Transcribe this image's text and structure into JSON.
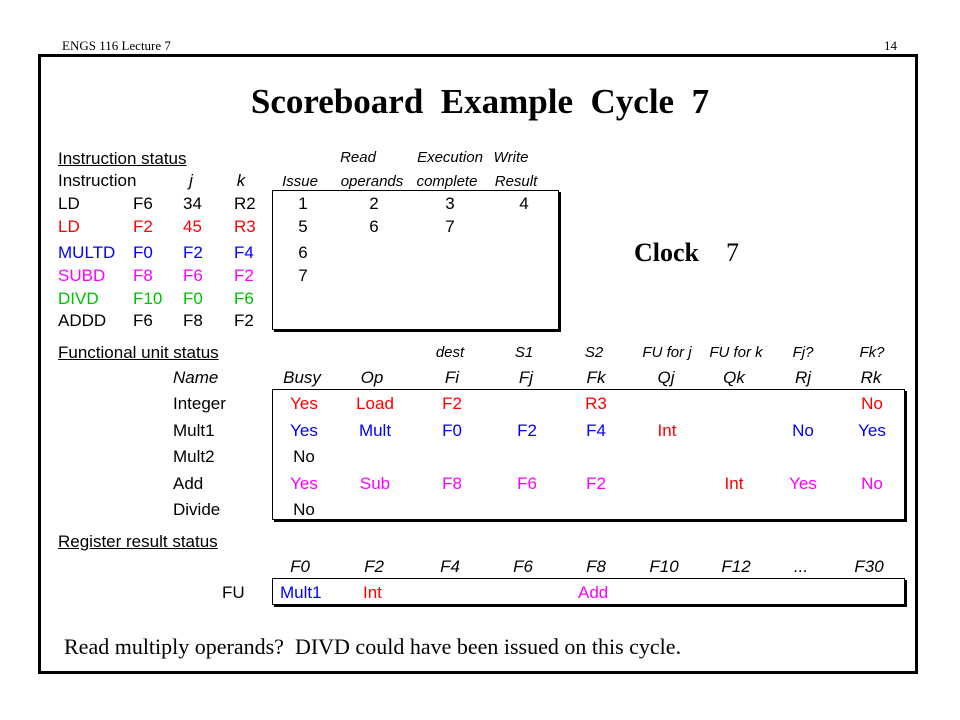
{
  "header": {
    "left": "ENGS 116  Lecture 7",
    "page": "14"
  },
  "title": "Scoreboard  Example  Cycle  7",
  "clock": {
    "label": "Clock",
    "value": "7"
  },
  "instruction_status": {
    "heading": "Instruction status",
    "col_top": {
      "read": "Read",
      "exec": "Execution",
      "write": "Write"
    },
    "col_bottom": {
      "instruction": "Instruction",
      "j": "j",
      "k": "k",
      "issue": "Issue",
      "read": "operands",
      "exec": "complete",
      "write": "Result"
    },
    "rows": [
      {
        "op": "LD",
        "dest": "F6",
        "j": "34",
        "k": "R2",
        "issue": "1",
        "read": "2",
        "exec": "3",
        "write": "4",
        "color": "black"
      },
      {
        "op": "LD",
        "dest": "F2",
        "j": "45",
        "k": "R3",
        "issue": "5",
        "read": "6",
        "exec": "7",
        "write": "",
        "color": "red"
      },
      {
        "op": "MULTD",
        "dest": "F0",
        "j": "F2",
        "k": "F4",
        "issue": "6",
        "read": "",
        "exec": "",
        "write": "",
        "color": "blue"
      },
      {
        "op": "SUBD",
        "dest": "F8",
        "j": "F6",
        "k": "F2",
        "issue": "7",
        "read": "",
        "exec": "",
        "write": "",
        "color": "magenta"
      },
      {
        "op": "DIVD",
        "dest": "F10",
        "j": "F0",
        "k": "F6",
        "issue": "",
        "read": "",
        "exec": "",
        "write": "",
        "color": "green"
      },
      {
        "op": "ADDD",
        "dest": "F6",
        "j": "F8",
        "k": "F2",
        "issue": "",
        "read": "",
        "exec": "",
        "write": "",
        "color": "black"
      }
    ]
  },
  "functional_unit_status": {
    "heading": "Functional unit status",
    "col_top": {
      "fi": "dest",
      "fj": "S1",
      "fk": "S2",
      "qj": "FU for j",
      "qk": "FU for k",
      "rj": "Fj?",
      "rk": "Fk?"
    },
    "col_bottom": {
      "name": "Name",
      "busy": "Busy",
      "op": "Op",
      "fi": "Fi",
      "fj": "Fj",
      "fk": "Fk",
      "qj": "Qj",
      "qk": "Qk",
      "rj": "Rj",
      "rk": "Rk"
    },
    "rows": [
      {
        "name": "Integer",
        "busy": "Yes",
        "op": "Load",
        "fi": "F2",
        "fj": "",
        "fk": "R3",
        "qj": "",
        "qk": "",
        "rj": "",
        "rk": "No",
        "color": "red"
      },
      {
        "name": "Mult1",
        "busy": "Yes",
        "op": "Mult",
        "fi": "F0",
        "fj": "F2",
        "fk": "F4",
        "qj": "Int",
        "qk": "",
        "rj": "No",
        "rk": "Yes",
        "color": "blue"
      },
      {
        "name": "Mult2",
        "busy": "No",
        "op": "",
        "fi": "",
        "fj": "",
        "fk": "",
        "qj": "",
        "qk": "",
        "rj": "",
        "rk": "",
        "color": "black"
      },
      {
        "name": "Add",
        "busy": "Yes",
        "op": "Sub",
        "fi": "F8",
        "fj": "F6",
        "fk": "F2",
        "qj": "",
        "qk": "Int",
        "rj": "Yes",
        "rk": "No",
        "color": "magenta"
      },
      {
        "name": "Divide",
        "busy": "No",
        "op": "",
        "fi": "",
        "fj": "",
        "fk": "",
        "qj": "",
        "qk": "",
        "rj": "",
        "rk": "",
        "color": "black"
      }
    ]
  },
  "register_result_status": {
    "heading": "Register result status",
    "registers": [
      "F0",
      "F2",
      "F4",
      "F6",
      "F8",
      "F10",
      "F12",
      "...",
      "F30"
    ],
    "row_label": "FU",
    "values": [
      {
        "text": "Mult1",
        "color": "blue"
      },
      {
        "text": "Int",
        "color": "red"
      },
      {
        "text": "",
        "color": "black"
      },
      {
        "text": "",
        "color": "black"
      },
      {
        "text": "Add",
        "color": "magenta"
      },
      {
        "text": "",
        "color": "black"
      },
      {
        "text": "",
        "color": "black"
      },
      {
        "text": "",
        "color": "black"
      },
      {
        "text": "",
        "color": "black"
      }
    ]
  },
  "note": "Read multiply operands?  DIVD could have been issued on this cycle."
}
